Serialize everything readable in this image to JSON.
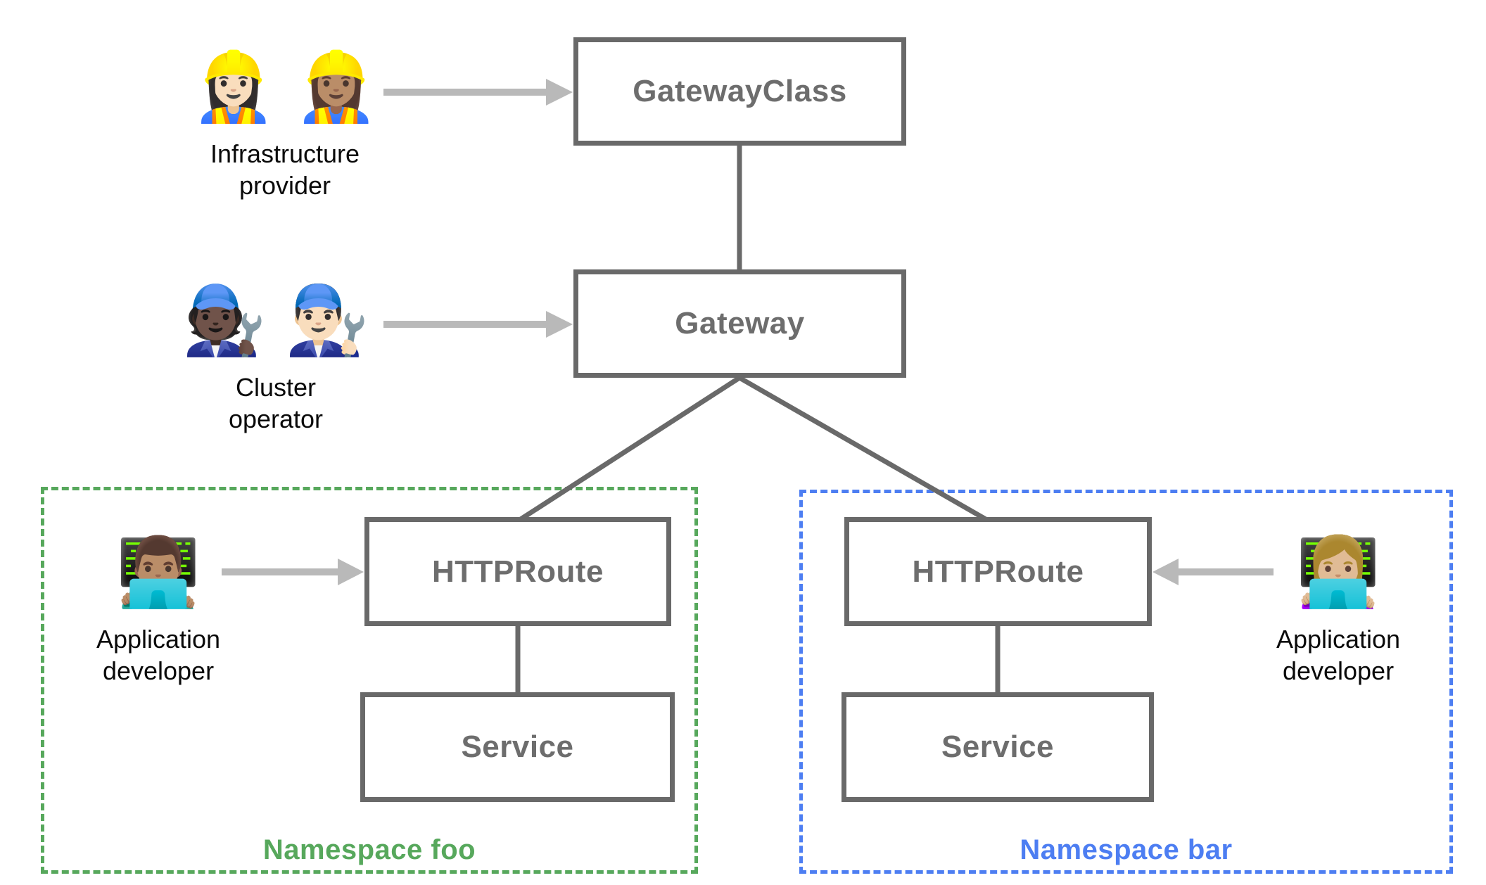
{
  "nodes": {
    "gateway_class": {
      "label": "GatewayClass"
    },
    "gateway": {
      "label": "Gateway"
    },
    "httproute_foo": {
      "label": "HTTPRoute"
    },
    "service_foo": {
      "label": "Service"
    },
    "httproute_bar": {
      "label": "HTTPRoute"
    },
    "service_bar": {
      "label": "Service"
    }
  },
  "actors": {
    "infrastructure_provider": {
      "emojis": "👷🏻‍♀️ 👷🏽‍♀️",
      "label_line1": "Infrastructure",
      "label_line2": "provider"
    },
    "cluster_operator": {
      "emojis": "🧑🏿‍🔧 👨🏻‍🔧",
      "label_line1": "Cluster",
      "label_line2": "operator"
    },
    "app_developer_foo": {
      "emojis": "👨🏽‍💻",
      "label_line1": "Application",
      "label_line2": "developer"
    },
    "app_developer_bar": {
      "emojis": "👩🏼‍💻",
      "label_line1": "Application",
      "label_line2": "developer"
    }
  },
  "namespaces": {
    "foo": {
      "label": "Namespace foo"
    },
    "bar": {
      "label": "Namespace bar"
    }
  },
  "colors": {
    "node_border": "#696969",
    "node_text": "#6d6d6d",
    "connector": "#696969",
    "arrow": "#b9b9b9",
    "actor_text": "#0a0a0a",
    "namespace_foo": "#57a85c",
    "namespace_bar": "#4d7ef2"
  }
}
